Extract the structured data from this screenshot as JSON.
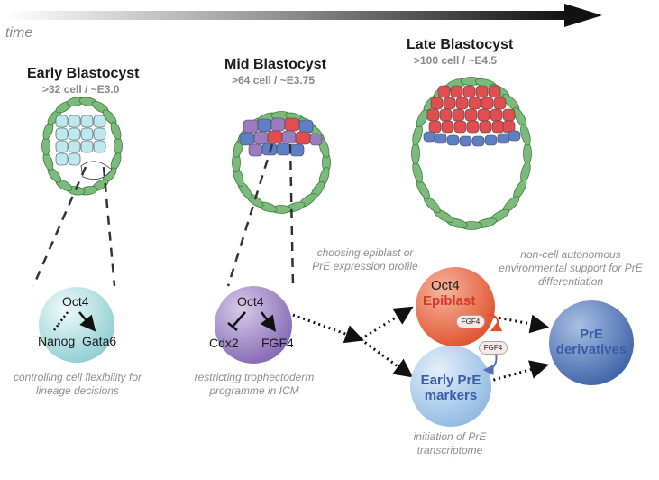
{
  "timeline": {
    "label": "time"
  },
  "stages": [
    {
      "id": "early",
      "title": "Early Blastocyst",
      "subtitle": ">32 cell / ~E3.0"
    },
    {
      "id": "mid",
      "title": "Mid Blastocyst",
      "subtitle": ">64 cell / ~E3.75"
    },
    {
      "id": "late",
      "title": "Late Blastocyst",
      "subtitle": ">100 cell / ~E4.5"
    }
  ],
  "nodes": {
    "early": {
      "center": "Oct4",
      "left": "Nanog",
      "right": "Gata6",
      "note": "controlling cell flexibility for lineage decisions"
    },
    "mid": {
      "center": "Oct4",
      "left": "Cdx2",
      "right": "FGF4",
      "note": "restricting trophectoderm programme in ICM"
    },
    "epiblast": {
      "top": "Oct4",
      "label": "Epiblast",
      "tag": "FGF4"
    },
    "early_pre": {
      "label": "Early PrE markers",
      "note": "initiation of PrE transcriptome",
      "tag": "FGF4"
    },
    "pre_deriv": {
      "label": "PrE derivatives"
    }
  },
  "notes": {
    "choosing": "choosing epiblast or PrE expression profile",
    "noncell": "non-cell autonomous environmental support for PrE differentiation"
  },
  "colors": {
    "tel": "#7cba7c",
    "icm_early": "#bde9ee",
    "epi": "#e24d50",
    "pre": "#5f7fc4",
    "mixed": "#9a7dc1",
    "node_early": "#9fd7d8",
    "node_mid": "#9e86c3",
    "node_epi": "#e8664a",
    "node_pre": "#a9cbe8",
    "node_deriv": "#4f75b8",
    "label_blue": "#3a5ba8",
    "label_red": "#d9352a"
  }
}
